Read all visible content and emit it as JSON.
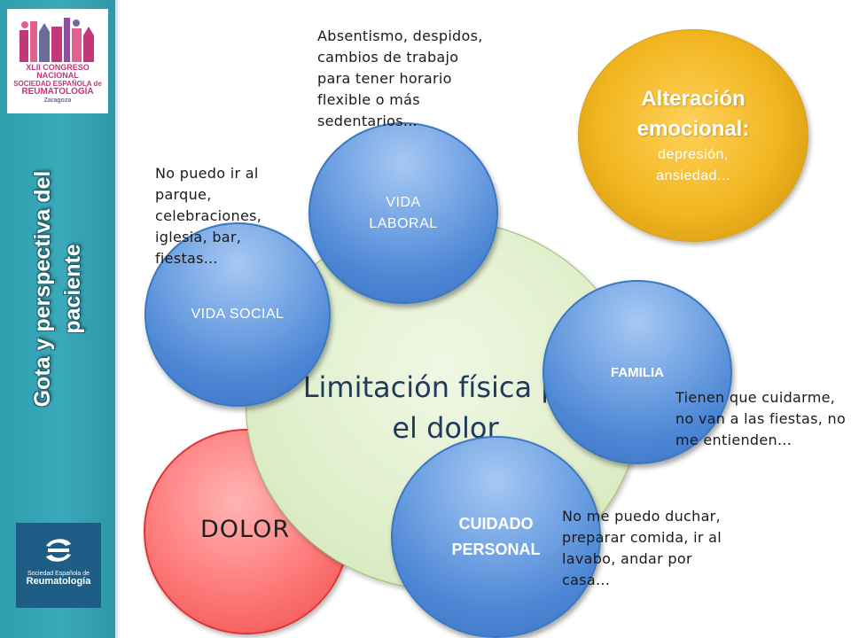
{
  "sidebar": {
    "title_line1": "Gota y perspectiva del",
    "title_line2": "paciente",
    "congress_logo": {
      "line1": "XLII CONGRESO NACIONAL",
      "line2": "SOCIEDAD ESPAÑOLA de",
      "line3": "REUMATOLOGÍA",
      "line4": "Zaragoza"
    },
    "ser_logo": {
      "line1": "Sociedad Española de",
      "line2": "Reumatología"
    }
  },
  "diagram": {
    "center": "Limitación física por el dolor",
    "dolor": "DOLOR",
    "vida_laboral": "VIDA LABORAL",
    "vida_social": "VIDA SOCIAL",
    "familia": "FAMILIA",
    "cuidado_personal": "CUIDADO PERSONAL",
    "alteracion_title": "Alteración emocional:",
    "alteracion_sub": "depresión, ansiedad..."
  },
  "notes": {
    "laboral": "Absentismo, despidos, cambios de trabajo para tener horario flexible o más sedentarios...",
    "social": "No puedo ir al parque, celebraciones, iglesia, bar, fiestas...",
    "familia": "Tienen que cuidarme, no van a las fiestas, no me entienden...",
    "cuidado": "No me puedo duchar, preparar comida, ir al lavabo, andar por casa..."
  },
  "colors": {
    "sidebar": "#3aa9ba",
    "dolor_circle": "#ff8383",
    "limitation_circle": "#dfeeca",
    "blue_circles": "#4c86d4",
    "emotional_circle": "#f1b51f"
  }
}
